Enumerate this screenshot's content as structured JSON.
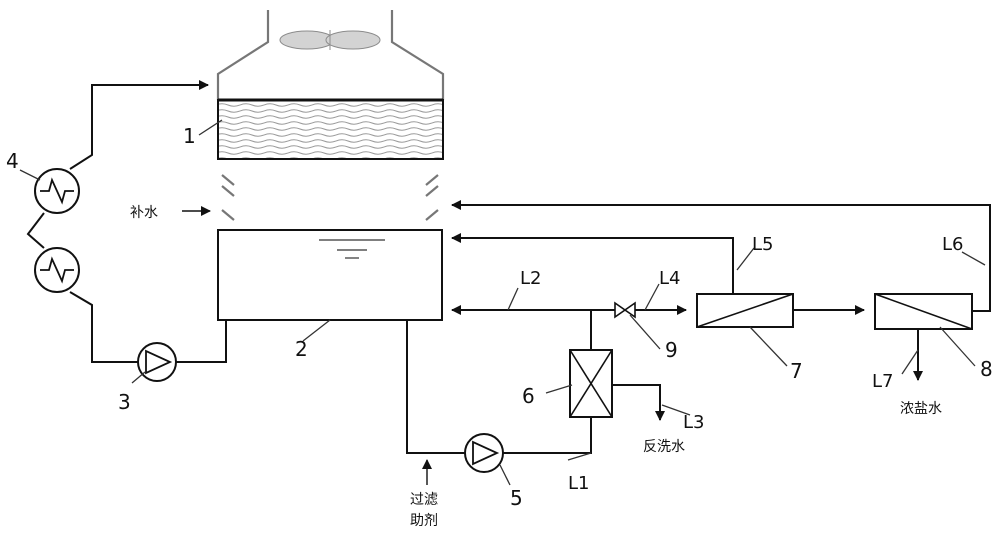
{
  "components": {
    "c1": "1",
    "c2": "2",
    "c3": "3",
    "c4": "4",
    "c5": "5",
    "c6": "6",
    "c7": "7",
    "c8": "8",
    "c9": "9"
  },
  "lines": {
    "L1": "L1",
    "L2": "L2",
    "L3": "L3",
    "L4": "L4",
    "L5": "L5",
    "L6": "L6",
    "L7": "L7"
  },
  "texts": {
    "makeup_water": "补水",
    "backwash_water": "反洗水",
    "brine": "浓盐水",
    "filter_aid_line1": "过滤",
    "filter_aid_line2": "助剂"
  }
}
